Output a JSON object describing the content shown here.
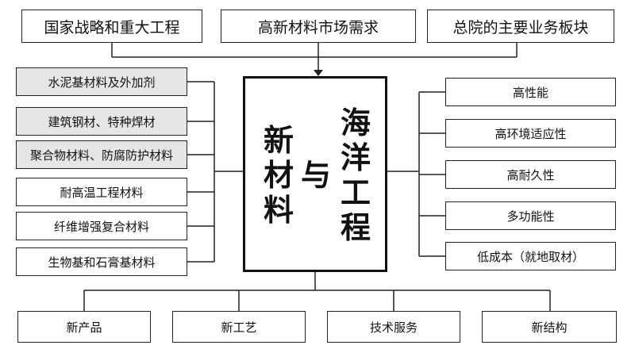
{
  "top_boxes": [
    "国家战略和重大工程",
    "高新材料市场需求",
    "总院的主要业务板块"
  ],
  "left_boxes": [
    {
      "label": "水泥基材料及外加剂",
      "shaded": true
    },
    {
      "label": "建筑钢材、特种焊材",
      "shaded": true
    },
    {
      "label": "聚合物材料、防腐防护材料",
      "shaded": true
    },
    {
      "label": "耐高温工程材料",
      "shaded": false
    },
    {
      "label": "纤维增强复合材料",
      "shaded": false
    },
    {
      "label": "生物基和石膏基材料",
      "shaded": false
    }
  ],
  "right_boxes": [
    "高性能",
    "高环境适应性",
    "高耐久性",
    "多功能性",
    "低成本（就地取材）"
  ],
  "bottom_boxes": [
    "新产品",
    "新工艺",
    "技术服务",
    "新结构"
  ],
  "center": {
    "col_left": "新材料",
    "col_mid": "与",
    "col_right": "海洋工程"
  }
}
